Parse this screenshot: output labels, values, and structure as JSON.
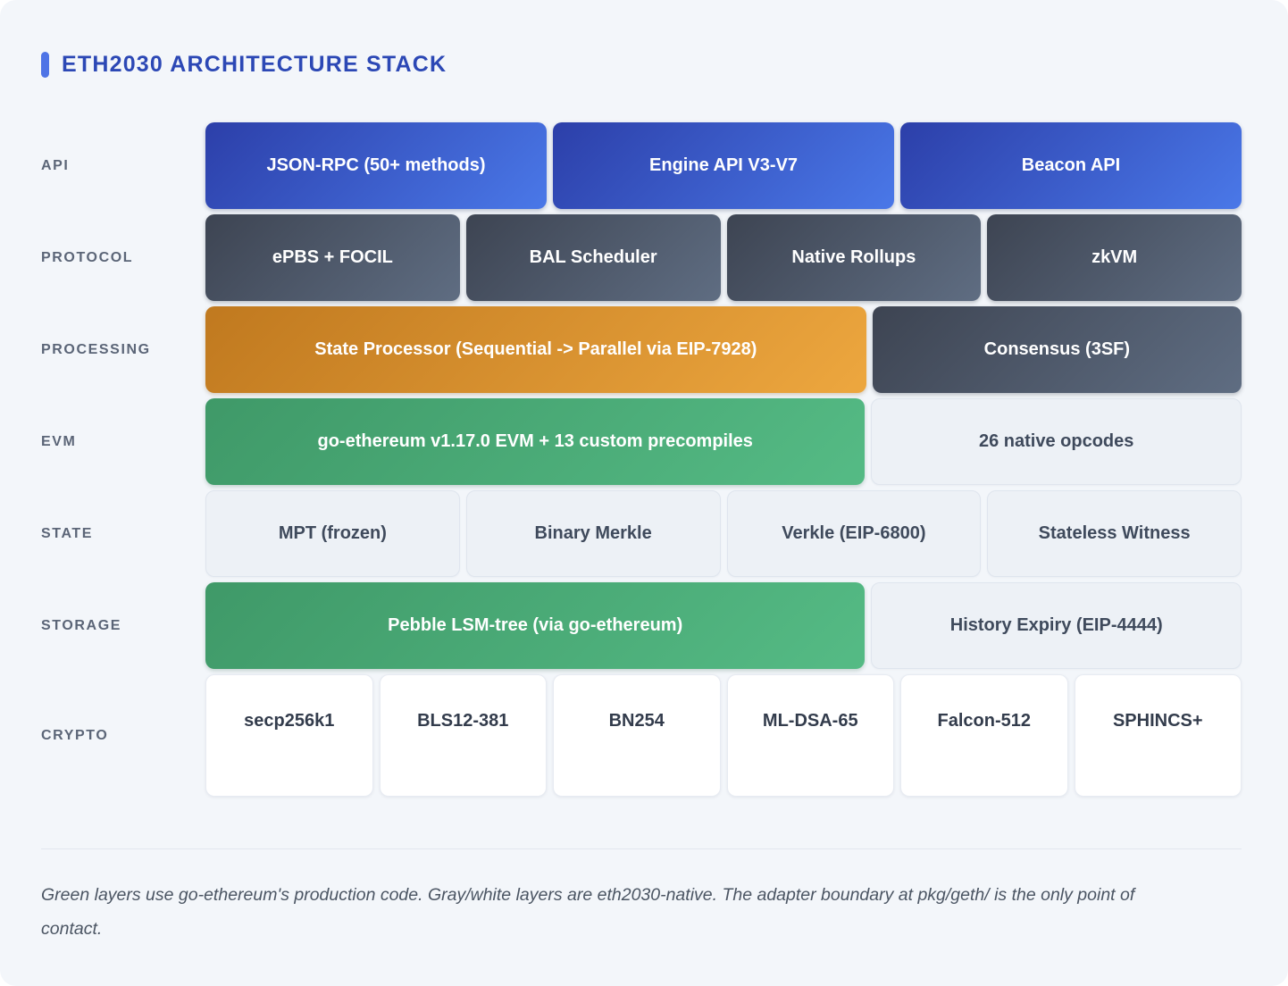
{
  "title": "ETH2030 ARCHITECTURE STACK",
  "rows": [
    {
      "label": "API",
      "tall": false,
      "boxes": [
        {
          "text": "JSON-RPC (50+ methods)",
          "style": "blue",
          "span": 1
        },
        {
          "text": "Engine API V3-V7",
          "style": "blue",
          "span": 1
        },
        {
          "text": "Beacon API",
          "style": "blue",
          "span": 1
        }
      ]
    },
    {
      "label": "PROTOCOL",
      "tall": false,
      "boxes": [
        {
          "text": "ePBS + FOCIL",
          "style": "slate",
          "span": 1
        },
        {
          "text": "BAL Scheduler",
          "style": "slate",
          "span": 1
        },
        {
          "text": "Native Rollups",
          "style": "slate",
          "span": 1
        },
        {
          "text": "zkVM",
          "style": "slate",
          "span": 1
        }
      ]
    },
    {
      "label": "PROCESSING",
      "tall": false,
      "boxes": [
        {
          "text": "State Processor (Sequential -> Parallel via EIP-7928)",
          "style": "orange",
          "span": 750
        },
        {
          "text": "Consensus (3SF)",
          "style": "slate",
          "span": 406
        }
      ]
    },
    {
      "label": "EVM",
      "tall": false,
      "boxes": [
        {
          "text": "go-ethereum v1.17.0 EVM + 13 custom precompiles",
          "style": "green",
          "span": 750
        },
        {
          "text": "26 native opcodes",
          "style": "light",
          "span": 406
        }
      ]
    },
    {
      "label": "STATE",
      "tall": false,
      "boxes": [
        {
          "text": "MPT (frozen)",
          "style": "light",
          "span": 1
        },
        {
          "text": "Binary Merkle",
          "style": "light",
          "span": 1
        },
        {
          "text": "Verkle (EIP-6800)",
          "style": "light",
          "span": 1
        },
        {
          "text": "Stateless Witness",
          "style": "light",
          "span": 1
        }
      ]
    },
    {
      "label": "STORAGE",
      "tall": false,
      "boxes": [
        {
          "text": "Pebble LSM-tree (via go-ethereum)",
          "style": "green",
          "span": 750
        },
        {
          "text": "History Expiry (EIP-4444)",
          "style": "light",
          "span": 406
        }
      ]
    },
    {
      "label": "CRYPTO",
      "tall": true,
      "boxes": [
        {
          "text": "secp256k1",
          "style": "white",
          "span": 1
        },
        {
          "text": "BLS12-381",
          "style": "white",
          "span": 1
        },
        {
          "text": "BN254",
          "style": "white",
          "span": 1
        },
        {
          "text": "ML-DSA-65",
          "style": "white",
          "span": 1
        },
        {
          "text": "Falcon-512",
          "style": "white",
          "span": 1
        },
        {
          "text": "SPHINCS+",
          "style": "white",
          "span": 1
        }
      ]
    }
  ],
  "footer_note": "Green layers use go-ethereum's production code. Gray/white layers are eth2030-native. The adapter boundary at pkg/geth/ is the only point of contact.",
  "colors": {
    "accent_blue": "#4e74e6",
    "title_blue": "#2c48b5",
    "layer_blue": "#3a5cc9",
    "layer_slate": "#4e5968",
    "layer_orange": "#d6902f",
    "layer_green": "#4aaa77",
    "card_background": "#f3f6fa"
  }
}
